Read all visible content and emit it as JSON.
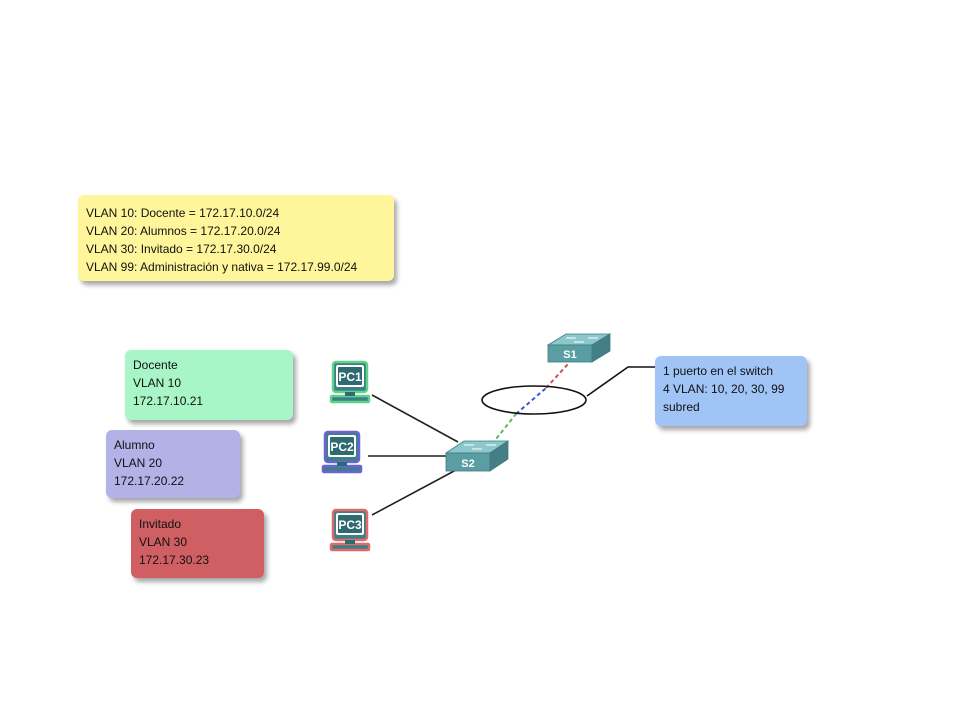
{
  "legend": {
    "lines": [
      "VLAN 10: Docente = 172.17.10.0/24",
      "VLAN 20: Alumnos = 172.17.20.0/24",
      "VLAN 30: Invitado = 172.17.30.0/24",
      "VLAN 99: Administración y nativa = 172.17.99.0/24"
    ],
    "color": "#fff59a"
  },
  "hosts": [
    {
      "role": "Docente",
      "vlan": "VLAN 10",
      "ip": "172.17.10.21",
      "pc": "PC1",
      "color": "#a8f5c8",
      "glow": "#5fd38a"
    },
    {
      "role": "Alumno",
      "vlan": "VLAN 20",
      "ip": "172.17.20.22",
      "pc": "PC2",
      "color": "#b3b1e6",
      "glow": "#6a62d6"
    },
    {
      "role": "Invitado",
      "vlan": "VLAN 30",
      "ip": "172.17.30.23",
      "pc": "PC3",
      "color": "#cf5f62",
      "glow": "#e06a6a"
    }
  ],
  "switches": {
    "s1": "S1",
    "s2": "S2",
    "color": "#5a9ea3"
  },
  "trunk_info": {
    "lines": [
      "1 puerto en el switch",
      "4 VLAN: 10, 20, 30, 99",
      "subred"
    ],
    "color": "#9fc4f5"
  },
  "icons": {
    "pc": "desktop-computer-icon",
    "switch": "network-switch-icon"
  }
}
